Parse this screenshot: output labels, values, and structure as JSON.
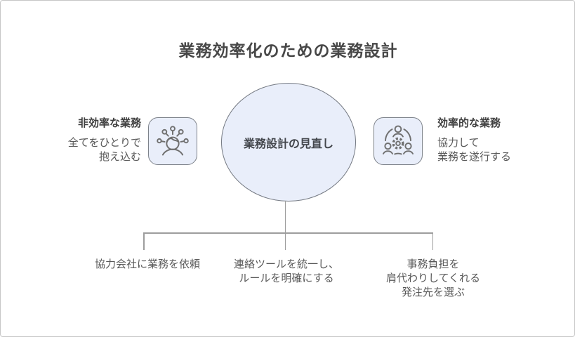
{
  "title": "業務効率化のための業務設計",
  "colors": {
    "accent_fill": "#e9eefa",
    "node_border": "#757a83",
    "connector_gray": "#9d9d9d",
    "heading_text": "#3f3f3f",
    "body_text": "#595959",
    "frame_border": "#c6c6c6"
  },
  "center_node": {
    "label": "業務設計の見直し"
  },
  "left_item": {
    "icon": "stressed-person-icon",
    "heading": "非効率な業務",
    "line1": "全てをひとりで",
    "line2": "抱え込む"
  },
  "right_item": {
    "icon": "team-gear-icon",
    "heading": "効率的な業務",
    "line1": "協力して",
    "line2": "業務を遂行する"
  },
  "branches": [
    {
      "lines": [
        "協力会社に業務を依頼"
      ]
    },
    {
      "lines": [
        "連絡ツールを統一し、",
        "ルールを明確にする"
      ]
    },
    {
      "lines": [
        "事務負担を",
        "肩代わりしてくれる",
        "発注先を選ぶ"
      ]
    }
  ]
}
